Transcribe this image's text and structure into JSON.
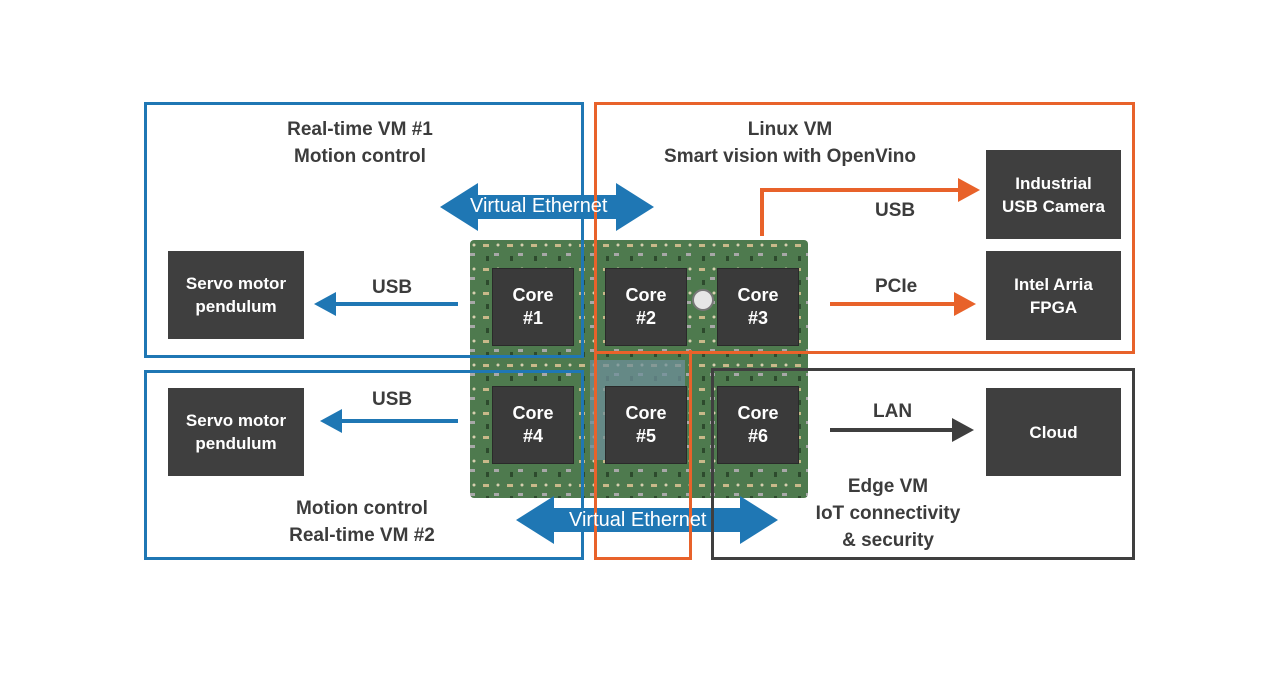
{
  "vms": {
    "rt1": {
      "line1": "Real-time VM #1",
      "line2": "Motion control"
    },
    "linux": {
      "line1": "Linux VM",
      "line2": "Smart vision with OpenVino"
    },
    "rt2": {
      "line1": "Motion control",
      "line2": "Real-time VM #2"
    },
    "edge": {
      "line1": "Edge VM",
      "line2": "IoT connectivity",
      "line3": "& security"
    }
  },
  "devices": {
    "servo1": {
      "line1": "Servo motor",
      "line2": "pendulum"
    },
    "servo2": {
      "line1": "Servo motor",
      "line2": "pendulum"
    },
    "camera": {
      "line1": "Industrial",
      "line2": "USB Camera"
    },
    "fpga": {
      "line1": "Intel Arria",
      "line2": "FPGA"
    },
    "cloud": {
      "line1": "Cloud"
    }
  },
  "cores": [
    {
      "line1": "Core",
      "line2": "#1"
    },
    {
      "line1": "Core",
      "line2": "#2"
    },
    {
      "line1": "Core",
      "line2": "#3"
    },
    {
      "line1": "Core",
      "line2": "#4"
    },
    {
      "line1": "Core",
      "line2": "#5"
    },
    {
      "line1": "Core",
      "line2": "#6"
    }
  ],
  "links": {
    "usb_servo1": "USB",
    "usb_servo2": "USB",
    "usb_camera": "USB",
    "pcie": "PCIe",
    "lan": "LAN"
  },
  "virtual_ethernet_top": "Virtual Ethernet",
  "virtual_ethernet_bottom": "Virtual Ethernet",
  "colors": {
    "blue": "#1f77b4",
    "orange": "#e8622a",
    "gray": "#3f3f3f"
  }
}
